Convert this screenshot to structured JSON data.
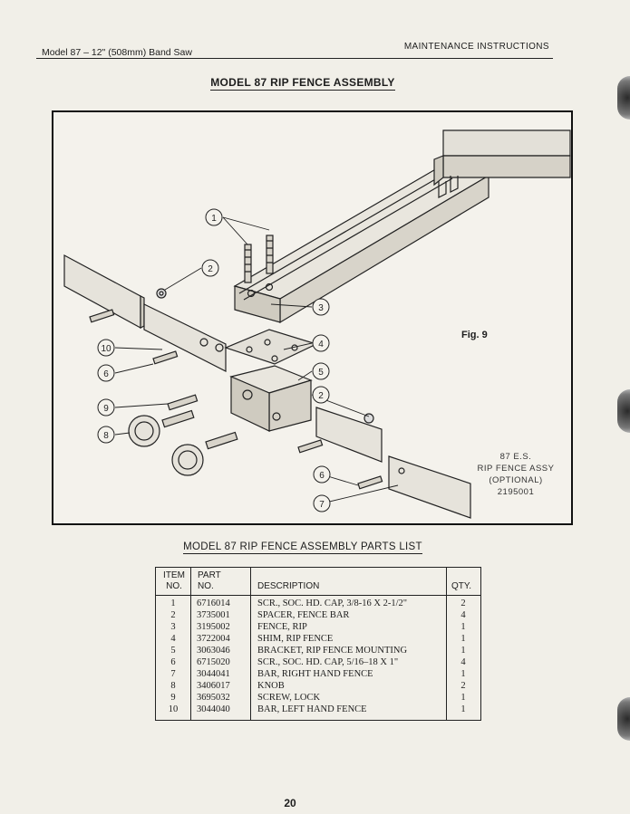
{
  "header": {
    "left": "Model 87 – 12\" (508mm) Band Saw",
    "right": "MAINTENANCE INSTRUCTIONS"
  },
  "figure": {
    "title": "MODEL 87 RIP FENCE ASSEMBLY",
    "label": "Fig. 9",
    "callouts": [
      "1",
      "2",
      "3",
      "4",
      "5",
      "2",
      "6",
      "7",
      "10",
      "6",
      "9",
      "8"
    ],
    "optional_note": [
      "87  E.S.",
      "RIP FENCE ASSY",
      "(OPTIONAL)",
      "2195001"
    ]
  },
  "parts_list": {
    "title": "MODEL 87 RIP FENCE ASSEMBLY PARTS LIST",
    "headers": {
      "item": [
        "ITEM",
        "NO."
      ],
      "part": [
        "PART",
        "NO."
      ],
      "description": "DESCRIPTION",
      "qty": "QTY."
    },
    "rows": [
      {
        "item": "1",
        "part": "6716014",
        "description": "SCR., SOC. HD. CAP, 3/8-16 X 2-1/2\"",
        "qty": "2"
      },
      {
        "item": "2",
        "part": "3735001",
        "description": "SPACER, FENCE BAR",
        "qty": "4"
      },
      {
        "item": "3",
        "part": "3195002",
        "description": "FENCE, RIP",
        "qty": "1"
      },
      {
        "item": "4",
        "part": "3722004",
        "description": "SHIM, RIP FENCE",
        "qty": "1"
      },
      {
        "item": "5",
        "part": "3063046",
        "description": "BRACKET, RIP FENCE MOUNTING",
        "qty": "1"
      },
      {
        "item": "6",
        "part": "6715020",
        "description": "SCR., SOC. HD. CAP, 5/16–18 X 1\"",
        "qty": "4"
      },
      {
        "item": "7",
        "part": "3044041",
        "description": "BAR, RIGHT HAND FENCE",
        "qty": "1"
      },
      {
        "item": "8",
        "part": "3406017",
        "description": "KNOB",
        "qty": "2"
      },
      {
        "item": "9",
        "part": "3695032",
        "description": "SCREW, LOCK",
        "qty": "1"
      },
      {
        "item": "10",
        "part": "3044040",
        "description": "BAR, LEFT HAND FENCE",
        "qty": "1"
      }
    ]
  },
  "page_number": "20"
}
